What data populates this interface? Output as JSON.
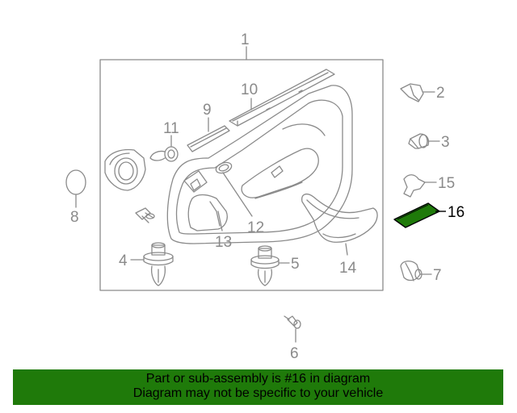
{
  "diagram": {
    "callouts": [
      "1",
      "2",
      "3",
      "4",
      "5",
      "6",
      "7",
      "8",
      "9",
      "10",
      "11",
      "12",
      "13",
      "14",
      "15",
      "16"
    ],
    "highlighted_part": "16",
    "highlight_color": "#1f7a0a",
    "line_color": "#8a8a8a"
  },
  "footer": {
    "line1": "Part or sub-assembly is #16 in diagram",
    "line2": "Diagram may not be specific to your vehicle",
    "background": "#1f7a0a"
  }
}
